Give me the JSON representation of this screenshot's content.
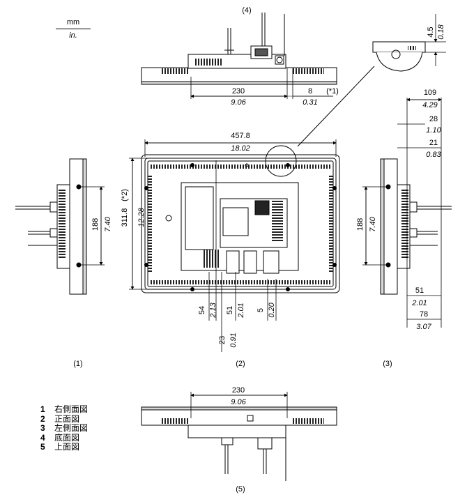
{
  "units": {
    "primary": "mm",
    "secondary": "in."
  },
  "view_labels": {
    "bottom_view": "(4)",
    "right_side": "(1)",
    "front": "(2)",
    "left_side": "(3)",
    "top_view": "(5)"
  },
  "dimensions": {
    "bottom_230_mm": "230",
    "bottom_230_in": "9.06",
    "bottom_8_mm": "8",
    "bottom_8_in": "0.31",
    "note1": "(*1)",
    "detail_4_5_mm": "4.5",
    "detail_4_5_in": "0.18",
    "width_mm": "457.8",
    "width_in": "18.02",
    "height_mm": "311.8",
    "height_in": "12.28",
    "note2": "(*2)",
    "right_188_mm": "188",
    "right_188_in": "7.40",
    "left_188_mm": "188",
    "left_188_in": "7.40",
    "d109_mm": "109",
    "d109_in": "4.29",
    "d28_mm": "28",
    "d28_in": "1.10",
    "d21_mm": "21",
    "d21_in": "0.83",
    "d51r_mm": "51",
    "d51r_in": "2.01",
    "d78_mm": "78",
    "d78_in": "3.07",
    "d54_mm": "54",
    "d54_in": "2.13",
    "d51_mm": "51",
    "d51_in": "2.01",
    "d5_mm": "5",
    "d5_in": "0.20",
    "d23_mm": "23",
    "d23_in": "0.91",
    "top_230_mm": "230",
    "top_230_in": "9.06"
  },
  "legend": [
    {
      "num": "1",
      "text": "右側面図"
    },
    {
      "num": "2",
      "text": "正面図"
    },
    {
      "num": "3",
      "text": "左側面図"
    },
    {
      "num": "4",
      "text": "底面図"
    },
    {
      "num": "5",
      "text": "上面図"
    }
  ]
}
